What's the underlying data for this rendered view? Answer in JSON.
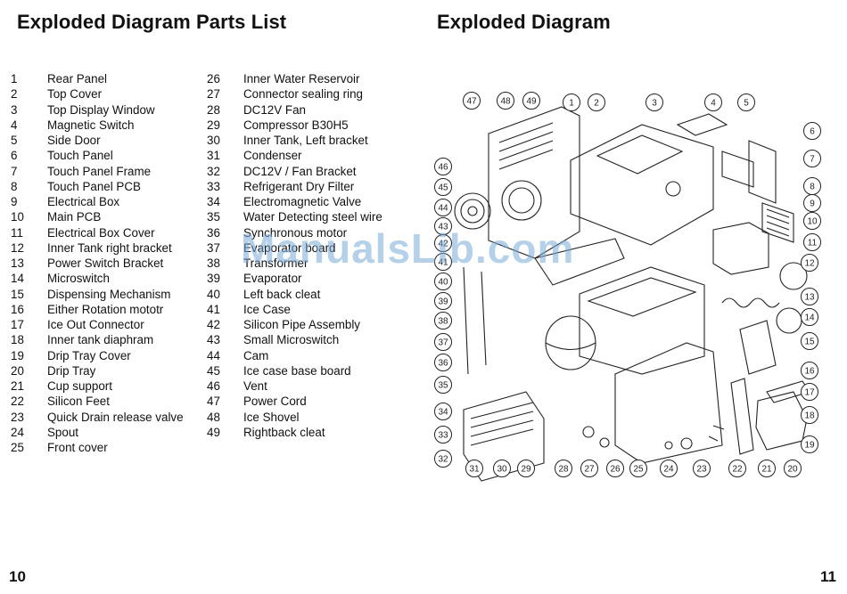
{
  "left_heading": "Exploded Diagram Parts List",
  "right_heading": "Exploded Diagram",
  "page_left": "10",
  "page_right": "11",
  "watermark": "ManualsLib.com",
  "parts_col_a": [
    {
      "num": "1",
      "name": "Rear Panel"
    },
    {
      "num": "2",
      "name": "Top Cover"
    },
    {
      "num": "3",
      "name": "Top Display Window"
    },
    {
      "num": "4",
      "name": "Magnetic Switch"
    },
    {
      "num": "5",
      "name": "Side Door"
    },
    {
      "num": "6",
      "name": "Touch Panel"
    },
    {
      "num": "7",
      "name": "Touch Panel Frame"
    },
    {
      "num": "8",
      "name": "Touch Panel PCB"
    },
    {
      "num": "9",
      "name": "Electrical Box"
    },
    {
      "num": "10",
      "name": "Main PCB"
    },
    {
      "num": "11",
      "name": "Electrical Box Cover"
    },
    {
      "num": "12",
      "name": "Inner Tank right bracket"
    },
    {
      "num": "13",
      "name": "Power Switch Bracket"
    },
    {
      "num": "14",
      "name": "Microswitch"
    },
    {
      "num": "15",
      "name": "Dispensing Mechanism"
    },
    {
      "num": "16",
      "name": "Either Rotation mototr"
    },
    {
      "num": "17",
      "name": "Ice Out Connector"
    },
    {
      "num": "18",
      "name": "Inner tank diaphram"
    },
    {
      "num": "19",
      "name": "Drip Tray Cover"
    },
    {
      "num": "20",
      "name": "Drip Tray"
    },
    {
      "num": "21",
      "name": "Cup support"
    },
    {
      "num": "22",
      "name": "Silicon Feet"
    },
    {
      "num": "23",
      "name": "Quick Drain release valve"
    },
    {
      "num": "24",
      "name": "Spout"
    },
    {
      "num": "25",
      "name": "Front cover"
    }
  ],
  "parts_col_b": [
    {
      "num": "26",
      "name": "Inner Water Reservoir"
    },
    {
      "num": "27",
      "name": "Connector sealing ring"
    },
    {
      "num": "28",
      "name": "DC12V Fan"
    },
    {
      "num": "29",
      "name": "Compressor B30H5"
    },
    {
      "num": "30",
      "name": "Inner Tank, Left bracket"
    },
    {
      "num": "31",
      "name": "Condenser"
    },
    {
      "num": "32",
      "name": "DC12V / Fan Bracket"
    },
    {
      "num": "33",
      "name": "Refrigerant Dry Filter"
    },
    {
      "num": "34",
      "name": "Electromagnetic Valve"
    },
    {
      "num": "35",
      "name": "Water Detecting steel wire"
    },
    {
      "num": "36",
      "name": "Synchronous motor"
    },
    {
      "num": "37",
      "name": "Evaporator board"
    },
    {
      "num": "38",
      "name": "Transformer"
    },
    {
      "num": "39",
      "name": "Evaporator"
    },
    {
      "num": "40",
      "name": "Left back cleat"
    },
    {
      "num": "41",
      "name": "Ice Case"
    },
    {
      "num": "42",
      "name": "Silicon Pipe Assembly"
    },
    {
      "num": "43",
      "name": "Small Microswitch"
    },
    {
      "num": "44",
      "name": "Cam"
    },
    {
      "num": "45",
      "name": "Ice case base board"
    },
    {
      "num": "46",
      "name": "Vent"
    },
    {
      "num": "47",
      "name": "Power Cord"
    },
    {
      "num": "48",
      "name": "Ice Shovel"
    },
    {
      "num": "49",
      "name": "Rightback cleat"
    }
  ],
  "diagram_callouts": [
    "47",
    "48",
    "49",
    "1",
    "2",
    "3",
    "4",
    "5",
    "6",
    "7",
    "8",
    "9",
    "10",
    "11",
    "12",
    "13",
    "14",
    "15",
    "16",
    "17",
    "18",
    "19",
    "20",
    "21",
    "22",
    "23",
    "24",
    "25",
    "26",
    "27",
    "28",
    "29",
    "30",
    "31",
    "32",
    "33",
    "34",
    "35",
    "36",
    "37",
    "38",
    "39",
    "40",
    "41",
    "42",
    "43",
    "44",
    "45",
    "46"
  ]
}
